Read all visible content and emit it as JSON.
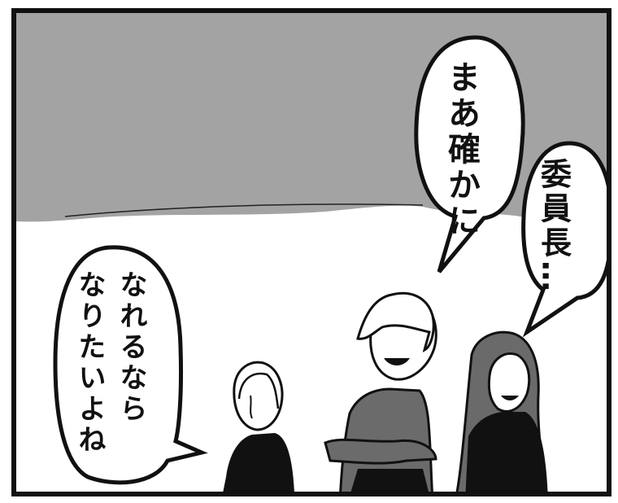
{
  "bubbles": {
    "top_right": {
      "text": "まあ確かに"
    },
    "right": {
      "text": "委員長…"
    },
    "left": {
      "text": "なれるなら\nなりたいよね"
    }
  },
  "colors": {
    "sky": "#a3a3a3",
    "ink": "#111111",
    "clothing": "#111111",
    "clothing_gray": "#6b6b6b",
    "hair_dark": "#6a6a6a"
  },
  "icons": [
    "speech-bubble",
    "character-figure"
  ]
}
